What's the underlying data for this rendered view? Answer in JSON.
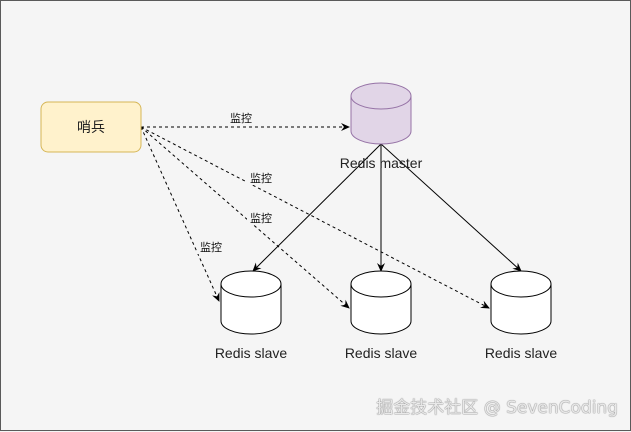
{
  "nodes": {
    "sentinel": {
      "label": "哨兵",
      "fill": "#fff2cc",
      "stroke": "#d6b656"
    },
    "master": {
      "label": "Redis master",
      "fill": "#e1d5e7",
      "stroke": "#9673a6"
    },
    "slave1": {
      "label": "Redis slave",
      "fill": "#ffffff",
      "stroke": "#000000"
    },
    "slave2": {
      "label": "Redis slave",
      "fill": "#ffffff",
      "stroke": "#000000"
    },
    "slave3": {
      "label": "Redis slave",
      "fill": "#ffffff",
      "stroke": "#000000"
    }
  },
  "edges": [
    {
      "from": "sentinel",
      "to": "master",
      "style": "dashed",
      "label": "监控"
    },
    {
      "from": "sentinel",
      "to": "slave1",
      "style": "dashed",
      "label": "监控"
    },
    {
      "from": "sentinel",
      "to": "slave2",
      "style": "dashed",
      "label": "监控"
    },
    {
      "from": "sentinel",
      "to": "slave3",
      "style": "dashed",
      "label": "监控"
    },
    {
      "from": "master",
      "to": "slave1",
      "style": "solid",
      "label": ""
    },
    {
      "from": "master",
      "to": "slave2",
      "style": "solid",
      "label": ""
    },
    {
      "from": "master",
      "to": "slave3",
      "style": "solid",
      "label": ""
    }
  ],
  "watermark": "掘金技术社区 @ SevenCoding"
}
